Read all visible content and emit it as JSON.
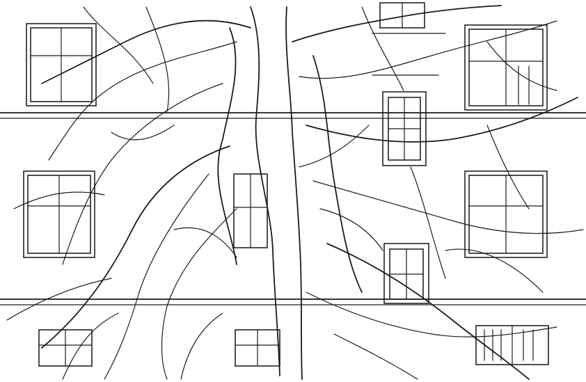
{
  "image": {
    "kind": "line-drawing",
    "subject": [
      "tree",
      "building-facade",
      "windows",
      "bare-branches"
    ],
    "colors": {
      "background": "#ffffff",
      "ink": "#1a1a1a"
    }
  }
}
